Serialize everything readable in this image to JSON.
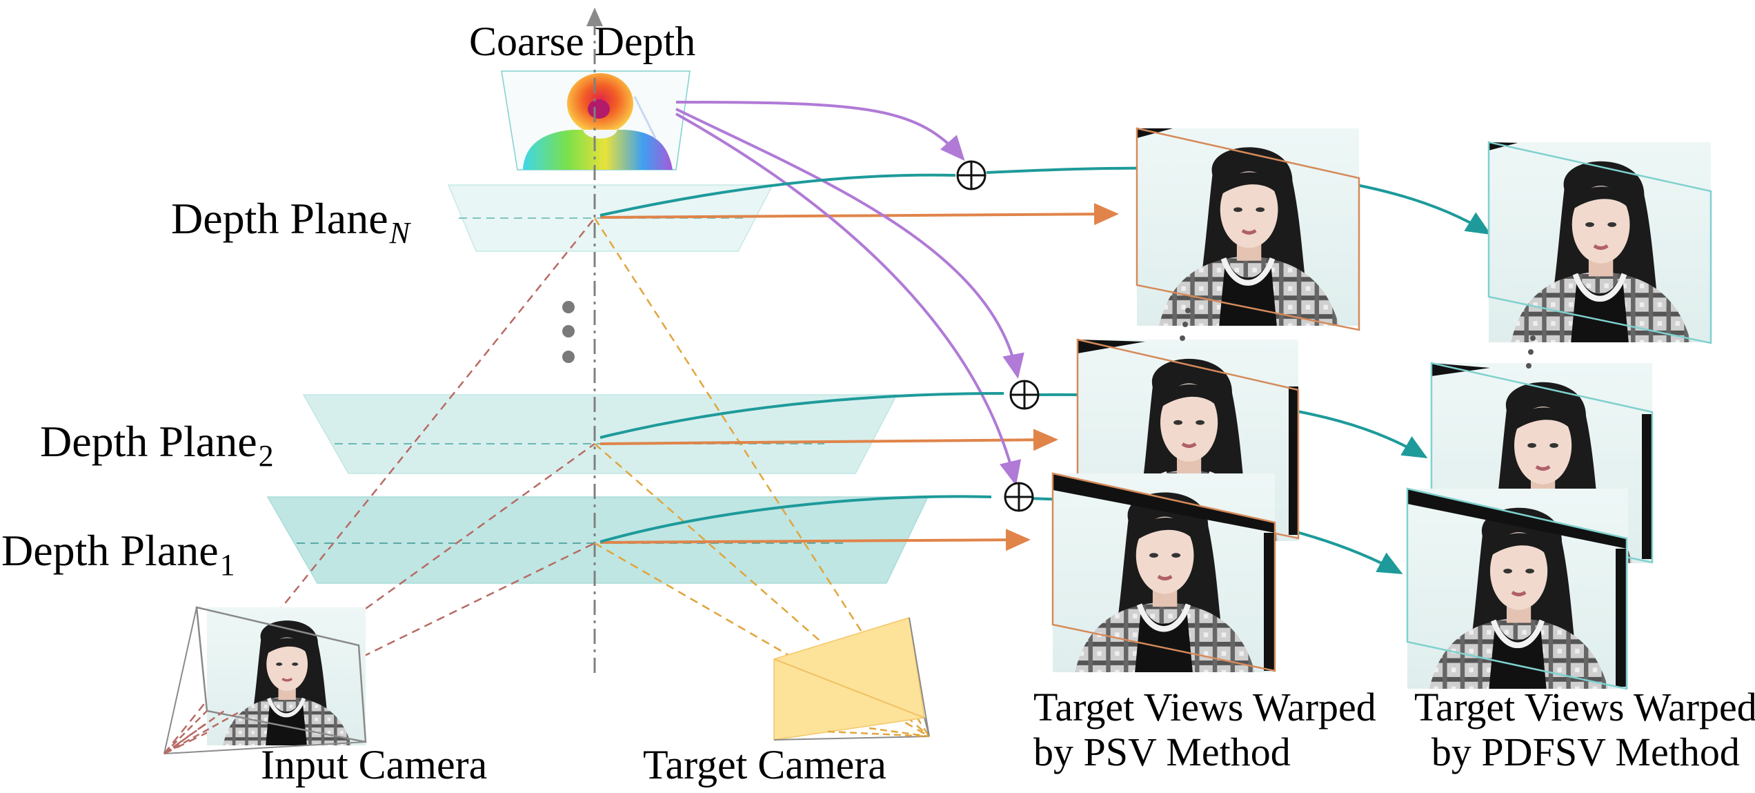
{
  "labels": {
    "coarse_depth": "Coarse Depth",
    "depth_plane_base": "Depth Plane",
    "sub_n": "N",
    "sub_2": "2",
    "sub_1": "1",
    "input_camera": "Input Camera",
    "target_camera": "Target Camera",
    "psv_line1": "Target Views Warped",
    "psv_line2": "by PSV Method",
    "pdfsv_line1": "Target Views Warped",
    "pdfsv_line2": "by PDFSV Method"
  },
  "colors": {
    "plane_fill": "#bfe6e3",
    "plane_edge": "#a9dcd8",
    "teal_arrow": "#1e9a9a",
    "orange_arrow": "#e0844a",
    "purple_arrow": "#b07ad6",
    "input_ray": "#b86a64",
    "target_ray": "#e1a53c",
    "target_camera_fill": "#fde29a",
    "psv_border": "#d58a5a",
    "pdfsv_border": "#7fd1cf",
    "axis": "#808080"
  }
}
